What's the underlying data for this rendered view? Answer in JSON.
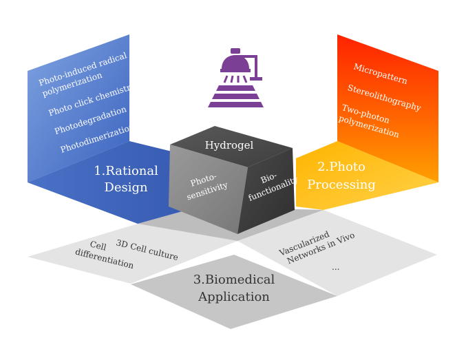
{
  "cube": {
    "top": "Hydrogel",
    "left_face": [
      "Photo-",
      "sensitivity"
    ],
    "right_face": [
      "Bio-",
      "functionality"
    ]
  },
  "panels": {
    "rational_design": {
      "label_lines": [
        "1.Rational",
        "Design"
      ],
      "items": [
        "Photo-induced radical",
        "polymerization",
        "Photo click chemistry",
        "Photodegradation",
        "Photodimerization"
      ]
    },
    "photo_processing": {
      "label_lines": [
        "2.Photo",
        "Processing"
      ],
      "items": [
        "Micropattern",
        "Stereolithography",
        "Two-photon",
        "polymerization"
      ]
    },
    "biomedical_application": {
      "label_lines": [
        "3.Biomedical",
        "Application"
      ],
      "left_items": [
        "3D Cell culture",
        "Cell",
        "differentiation"
      ],
      "right_items": [
        "Vascularized",
        "Networks in Vivo",
        "..."
      ]
    }
  },
  "icon": "lamp-icon",
  "colors": {
    "blue": "#4a74c9",
    "orange": "#ff6a00",
    "yellow": "#ffc000",
    "cube_dark": "#555555",
    "lamp": "#7b3f96"
  }
}
